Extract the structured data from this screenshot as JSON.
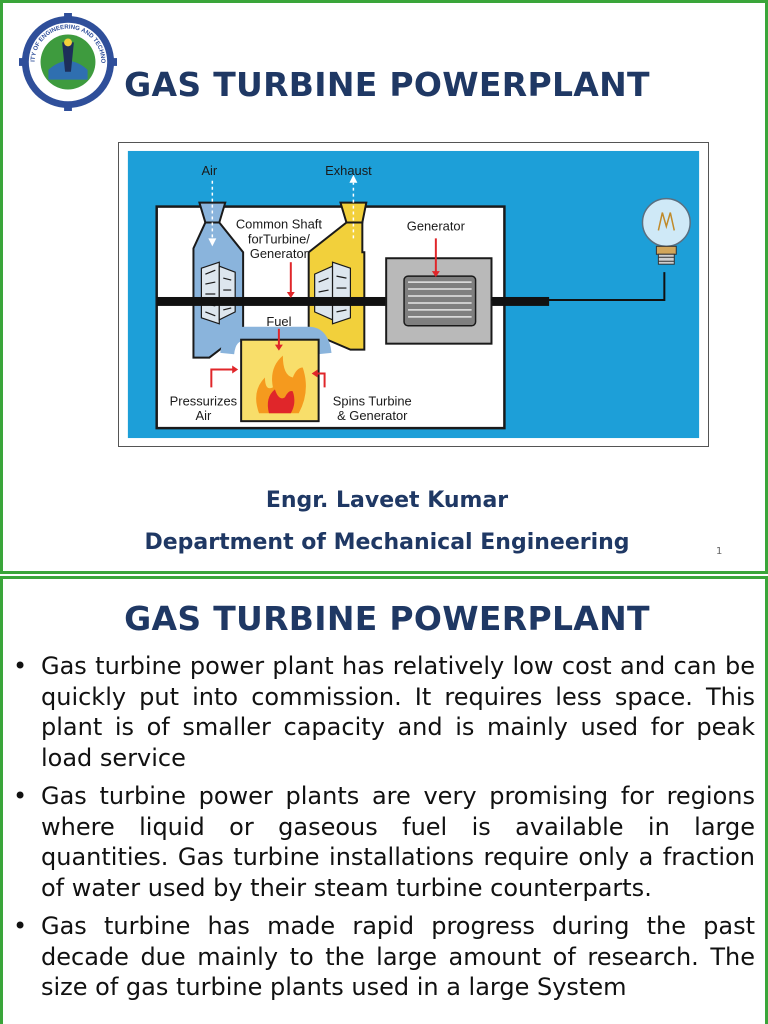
{
  "slide1": {
    "logo_text": "MEHRAN UNIVERSITY OF ENGINEERING AND TECHNOLOGY JAMSHORO",
    "title": "GAS TURBINE POWERPLANT",
    "diagram": {
      "labels": {
        "air": "Air",
        "exhaust": "Exhaust",
        "shaft_line1": "Common Shaft",
        "shaft_line2": "forTurbine/",
        "shaft_line3": "Generator",
        "generator": "Generator",
        "fuel": "Fuel",
        "pressurizes_line1": "Pressurizes",
        "pressurizes_line2": "Air",
        "spins_line1": "Spins Turbine",
        "spins_line2": "& Generator"
      },
      "colors": {
        "background": "#1d9fd8",
        "compressor": "#8ab4dc",
        "turbine": "#f2d03b",
        "shaft": "#111111",
        "arrow": "#e0262a"
      }
    },
    "author": "Engr. Laveet Kumar",
    "department": "Department of Mechanical Engineering",
    "page_number": "1"
  },
  "slide2": {
    "title": "GAS TURBINE POWERPLANT",
    "bullet_symbol": "•",
    "bullets": [
      "Gas turbine power plant has relatively low cost and can be quickly put into commission. It requires less space. This plant is of smaller capacity and is mainly used for peak load service",
      "Gas turbine power plants are very promising for regions where liquid or gaseous fuel is available in large quantities. Gas turbine installations require only a fraction of water used by their steam turbine counterparts.",
      "Gas turbine has made rapid progress during the past decade due mainly to the large amount of research. The size of gas turbine plants used in a large System"
    ]
  }
}
